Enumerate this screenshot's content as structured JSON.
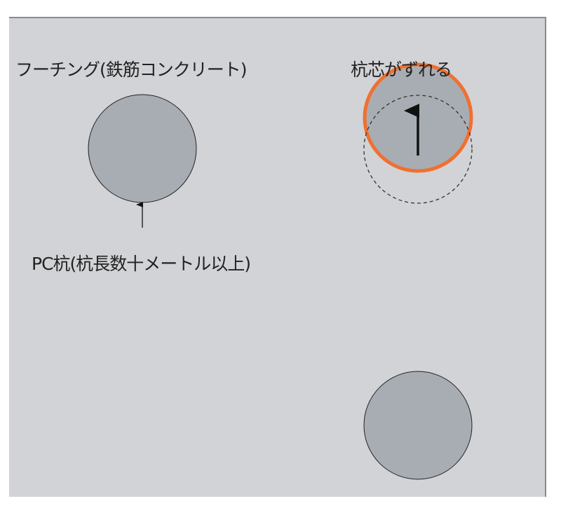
{
  "labels": {
    "footing": "フーチング(鉄筋コンクリート)",
    "shift": "杭芯がずれる",
    "pile": "PC杭(杭長数十メートル以上)"
  },
  "colors": {
    "background": "#d2d3d7",
    "pile_fill": "#a8adb3",
    "shifted_outline": "#f07030"
  }
}
